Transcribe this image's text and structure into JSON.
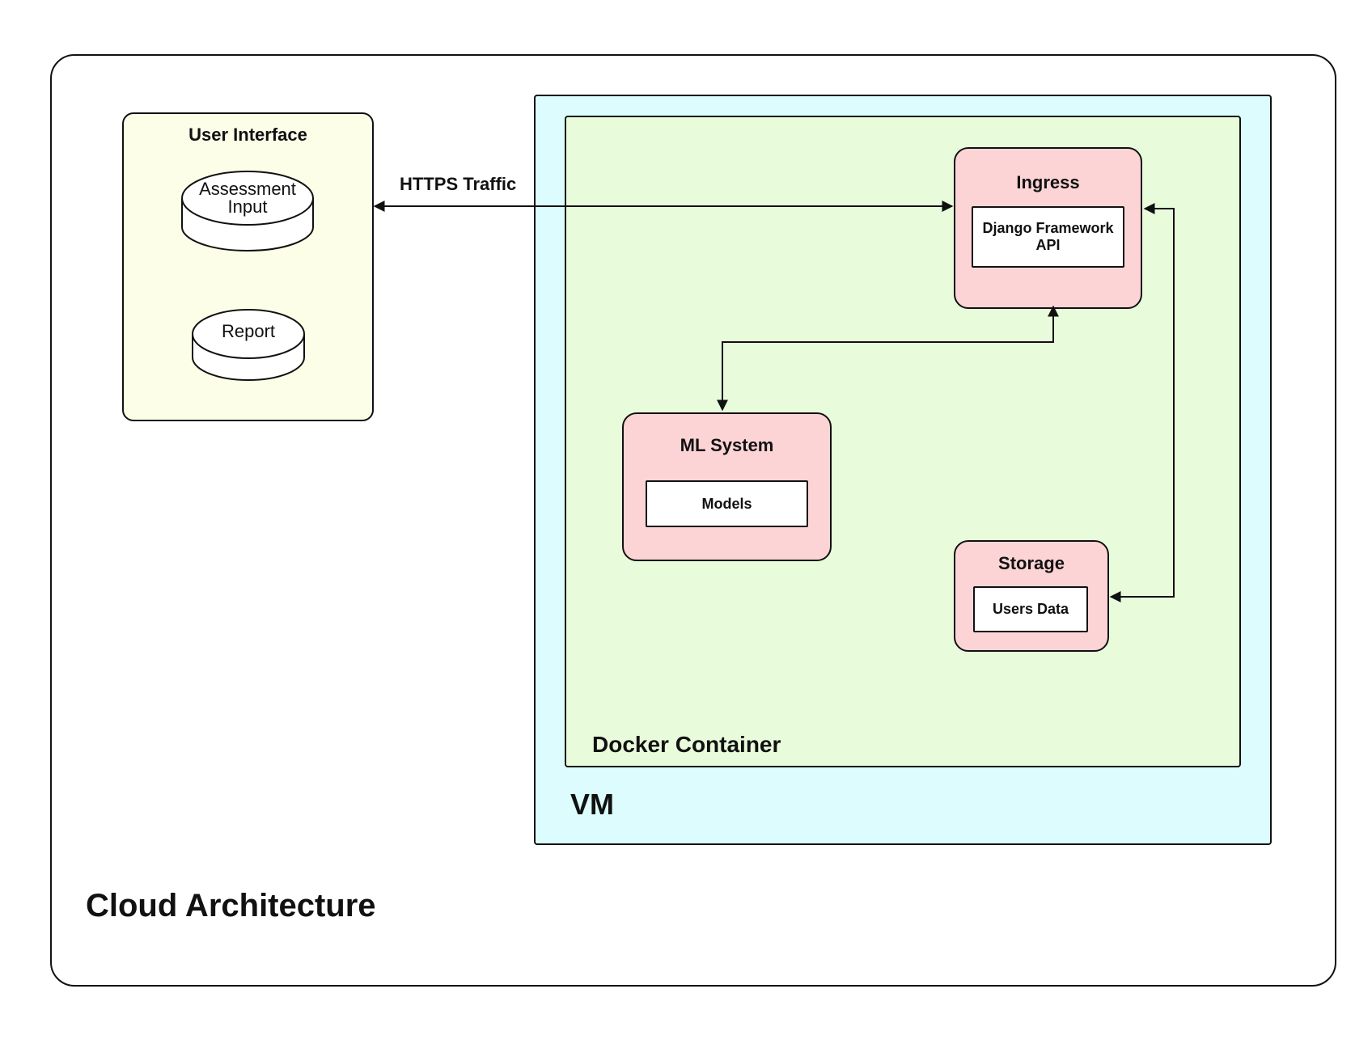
{
  "diagram": {
    "outer_title": "Cloud Architecture",
    "vm_label": "VM",
    "docker_label": "Docker Container",
    "user_interface": {
      "title": "User Interface",
      "assessment_input": "Assessment Input",
      "assessment_input_line1": "Assessment",
      "assessment_input_line2": "Input",
      "report": "Report"
    },
    "https_label": "HTTPS Traffic",
    "ingress": {
      "title": "Ingress",
      "component_line1": "Django Framework",
      "component_line2": "API"
    },
    "ml_system": {
      "title": "ML System",
      "component": "Models"
    },
    "storage": {
      "title": "Storage",
      "component": "Users Data"
    }
  }
}
